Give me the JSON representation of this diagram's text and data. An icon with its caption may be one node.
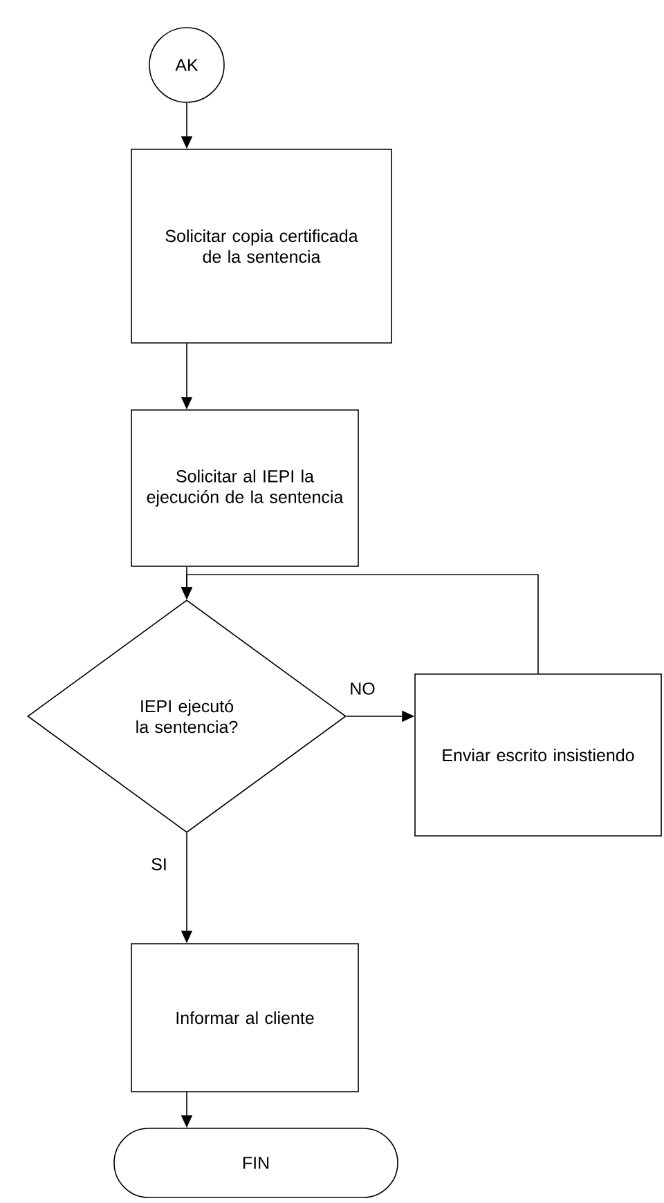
{
  "diagram": {
    "nodes": [
      {
        "text": [
          "AK"
        ]
      },
      {
        "text": [
          "Solicitar copia certificada de la sentencia"
        ]
      },
      {
        "text": [
          "Solicitar al IEPI la ejecución de la sentencia"
        ]
      },
      {
        "text": [
          "IEPI ejecutó la sentencia?"
        ]
      },
      {
        "text": [
          "Enviar escrito insistiendo"
        ]
      },
      {
        "text": [
          "Informar al cliente"
        ]
      },
      {
        "text": [
          "FIN"
        ]
      }
    ],
    "edges": [
      {
        "from": 0,
        "to": 1,
        "arrow": "to"
      },
      {
        "from": 1,
        "to": 2,
        "arrow": "to"
      },
      {
        "from": 2,
        "to": 3,
        "arrow": "to"
      },
      {
        "from": 3,
        "to": 4,
        "arrow": "to",
        "label": "NO"
      },
      {
        "from": 4,
        "to": 3,
        "arrow": "to"
      },
      {
        "from": 3,
        "to": 5,
        "arrow": "to",
        "label": "SI"
      },
      {
        "from": 5,
        "to": 6,
        "arrow": "to"
      }
    ]
  }
}
